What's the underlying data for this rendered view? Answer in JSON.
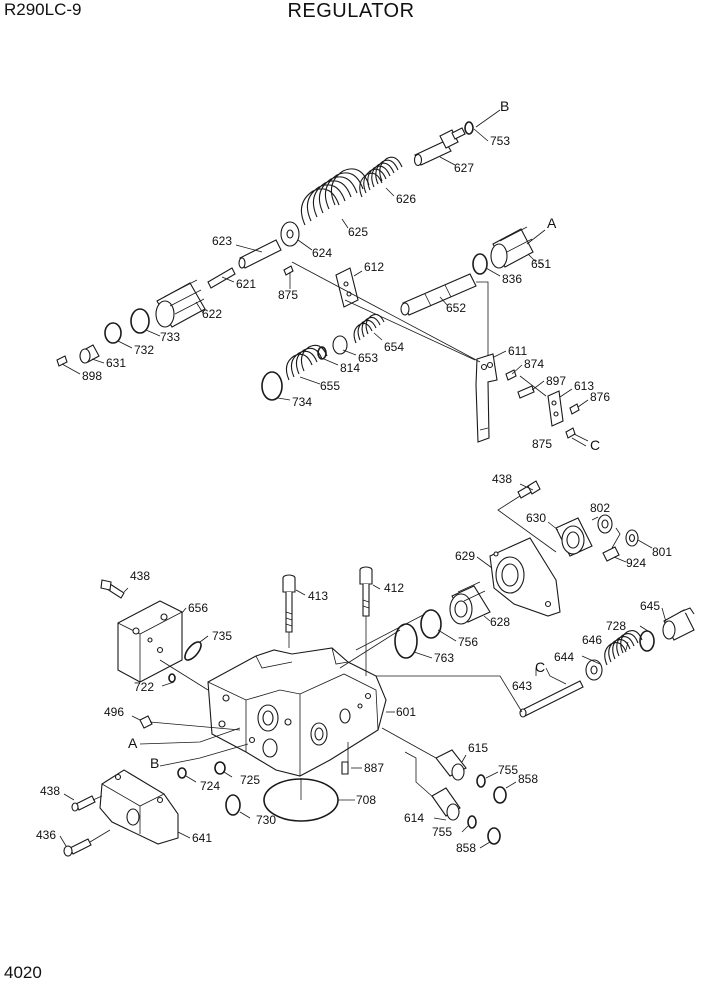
{
  "header": {
    "model": "R290LC-9",
    "title": "REGULATOR"
  },
  "footer": {
    "page": "4020"
  },
  "parts": {
    "p753": "753",
    "p627": "627",
    "p626": "626",
    "p625": "625",
    "p624": "624",
    "p623": "623",
    "p621": "621",
    "p622": "622",
    "p733": "733",
    "p732": "732",
    "p631": "631",
    "p898": "898",
    "p875a": "875",
    "p612": "612",
    "p651": "651",
    "p836": "836",
    "p652": "652",
    "p654": "654",
    "p653": "653",
    "p814": "814",
    "p655": "655",
    "p734": "734",
    "p611": "611",
    "p874": "874",
    "p897": "897",
    "p613": "613",
    "p876": "876",
    "p875b": "875",
    "p438a": "438",
    "p802": "802",
    "p630": "630",
    "p629": "629",
    "p801": "801",
    "p924": "924",
    "p438b": "438",
    "p656": "656",
    "p735": "735",
    "p722": "722",
    "p413": "413",
    "p412": "412",
    "p756": "756",
    "p628": "628",
    "p645": "645",
    "p728": "728",
    "p646": "646",
    "p644": "644",
    "p643": "643",
    "p763": "763",
    "p601": "601",
    "p496": "496",
    "p615": "615",
    "p887": "887",
    "p755a": "755",
    "p858a": "858",
    "p724": "724",
    "p725": "725",
    "p708": "708",
    "p730": "730",
    "p438c": "438",
    "p436": "436",
    "p641": "641",
    "p614": "614",
    "p755b": "755",
    "p858b": "858"
  },
  "refs": {
    "B1": "B",
    "A1": "A",
    "C1": "C",
    "A2": "A",
    "B2": "B",
    "C2": "C"
  }
}
